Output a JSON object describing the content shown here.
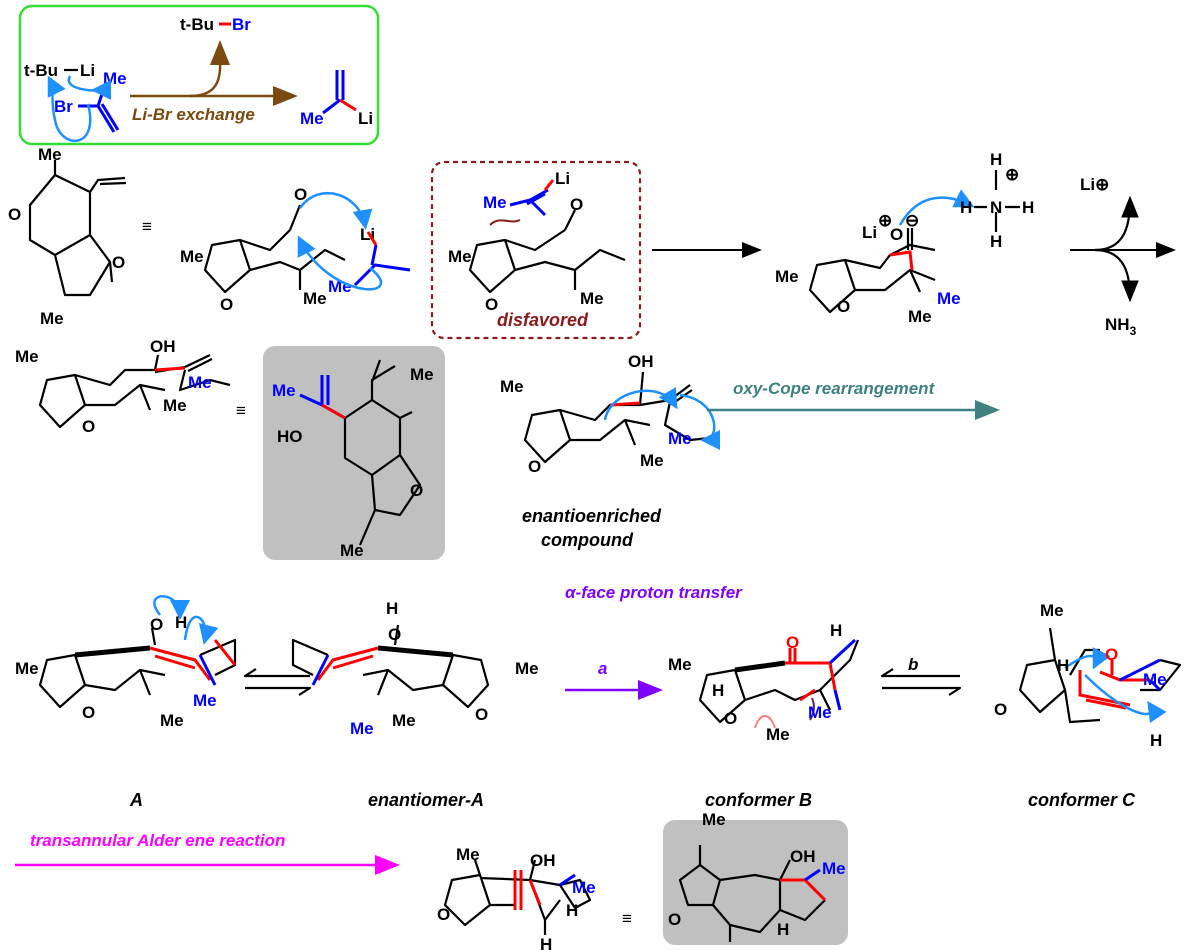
{
  "colors": {
    "box_green": "#33dd33",
    "box_disfavored": "#8b1a1a",
    "gray_box": "#c0c0c0",
    "arrow_brown": "#7a4a10",
    "arrow_teal": "#3f8080",
    "arrow_purple": "#8000ff",
    "arrow_magenta": "#ff00ff",
    "curved_arrow": "#1e90ff"
  },
  "box1": {
    "tbu1": "t-Bu",
    "br1": "Br",
    "tbu2": "t-Bu",
    "li1": "Li",
    "me1": "Me",
    "br2": "Br",
    "exchange": "Li-Br exchange",
    "me2": "Me",
    "li2": "Li"
  },
  "row2": {
    "m1": {
      "me_top": "Me",
      "o": "O",
      "me_bot": "Me",
      "o_furan": "O"
    },
    "equiv": "≡",
    "m2": {
      "me": "Me",
      "o_furan": "O",
      "o": "O",
      "li": "Li",
      "me_blue": "Me",
      "me_bot": "Me"
    },
    "m3": {
      "li": "Li",
      "me_blue": "Me",
      "me": "Me",
      "o": "O",
      "o_furan": "O",
      "me_bot": "Me",
      "label": "disfavored"
    },
    "m4": {
      "li": "Li",
      "plus": "⊕",
      "o": "O",
      "minus": "⊖",
      "me": "Me",
      "me_blue": "Me",
      "me_bot": "Me",
      "o_furan": "O"
    },
    "nh4": {
      "h_top": "H",
      "plus": "⊕",
      "h_left": "H",
      "n": "N",
      "h_right": "H",
      "h_bot": "H"
    },
    "li_plus": "Li⊕",
    "nh3": "NH",
    "nh3_sub": "3"
  },
  "row3": {
    "m5": {
      "me": "Me",
      "oh": "OH",
      "me_blue": "Me",
      "me_bot": "Me",
      "o_furan": "O"
    },
    "equiv": "≡",
    "m6": {
      "me_blue": "Me",
      "ho": "HO",
      "me": "Me",
      "o_furan": "O",
      "me_bot": "Me"
    },
    "m7": {
      "me": "Me",
      "oh": "OH",
      "me_blue": "Me",
      "me_bot": "Me",
      "o_furan": "O",
      "label_1": "enantioenriched",
      "label_2": "compound"
    },
    "arrow_label": "oxy-Cope rearrangement"
  },
  "row4": {
    "arrow_top_label": "α-face proton transfer",
    "A": {
      "me": "Me",
      "o": "O",
      "h": "H",
      "me_blue": "Me",
      "me_bot": "Me",
      "o_furan": "O",
      "label": "A"
    },
    "entA": {
      "h": "H",
      "o": "O",
      "me": "Me",
      "me_blue": "Me",
      "me_bot": "Me",
      "o_furan": "O",
      "label": "enantiomer-A"
    },
    "step_a": "a",
    "B": {
      "me": "Me",
      "o": "O",
      "h_top": "H",
      "h": "H",
      "me_blue": "Me",
      "me_bot": "Me",
      "o_furan": "O",
      "label": "conformer B"
    },
    "step_b": "b",
    "C": {
      "me": "Me",
      "o": "O",
      "h": "H",
      "me_blue": "Me",
      "h_bot": "H",
      "o_furan": "O",
      "label": "conformer C"
    }
  },
  "row5": {
    "arrow_label": "transannular Alder ene reaction",
    "m8": {
      "me": "Me",
      "oh": "OH",
      "me_blue": "Me",
      "o_furan": "O",
      "h1": "H",
      "h2": "H"
    },
    "equiv": "≡",
    "m9": {
      "me": "Me",
      "oh": "OH",
      "me_blue": "Me",
      "o_furan": "O",
      "h": "H"
    }
  }
}
